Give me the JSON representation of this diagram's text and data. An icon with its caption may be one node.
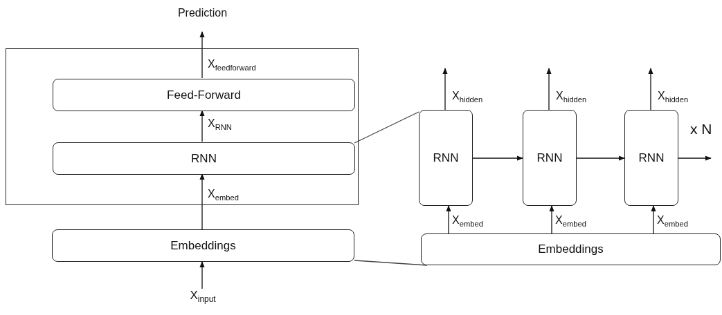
{
  "diagram": {
    "nodes": [
      {
        "text": [
          "Prediction"
        ]
      },
      {
        "text": [],
        "shape": "box"
      },
      {
        "text": [
          "Feed-Forward"
        ],
        "in": 1
      },
      {
        "text": [
          "RNN"
        ],
        "in": 1
      },
      {
        "text": [
          "Embeddings"
        ]
      },
      {
        "text": [
          "X$_{input}$"
        ]
      },
      {
        "text": [
          "RNN"
        ]
      },
      {
        "text": [
          "RNN"
        ]
      },
      {
        "text": [
          "RNN"
        ]
      },
      {
        "text": [
          "Embeddings"
        ]
      }
    ],
    "edges": [
      {
        "from": 2,
        "to": 0,
        "arrow": "to",
        "label": "X$_{feedforward}$"
      },
      {
        "from": 3,
        "to": 2,
        "arrow": "to",
        "label": "X$_{RNN}$"
      },
      {
        "from": 4,
        "to": 3,
        "arrow": "to",
        "label": "X$_{embed}$"
      },
      {
        "from": 5,
        "to": 4,
        "arrow": "to"
      },
      {
        "from": 3,
        "to": 6,
        "arrow": "none"
      },
      {
        "from": 4,
        "to": 9,
        "arrow": "none"
      },
      {
        "from": 6,
        "to": null,
        "arrow": "to",
        "label": "X$_{hidden}$"
      },
      {
        "from": 7,
        "to": null,
        "arrow": "to",
        "label": "X$_{hidden}$"
      },
      {
        "from": 8,
        "to": null,
        "arrow": "to",
        "label": "X$_{hidden}$"
      },
      {
        "from": 9,
        "to": 6,
        "arrow": "to",
        "label": "X$_{embed}$"
      },
      {
        "from": 9,
        "to": 7,
        "arrow": "to",
        "label": "X$_{embed}$"
      },
      {
        "from": 9,
        "to": 8,
        "arrow": "to",
        "label": "X$_{embed}$"
      },
      {
        "from": 6,
        "to": 7,
        "arrow": "to"
      },
      {
        "from": 7,
        "to": 8,
        "arrow": "to"
      },
      {
        "from": 8,
        "to": null,
        "arrow": "to"
      }
    ],
    "labels": [
      "x N"
    ]
  }
}
